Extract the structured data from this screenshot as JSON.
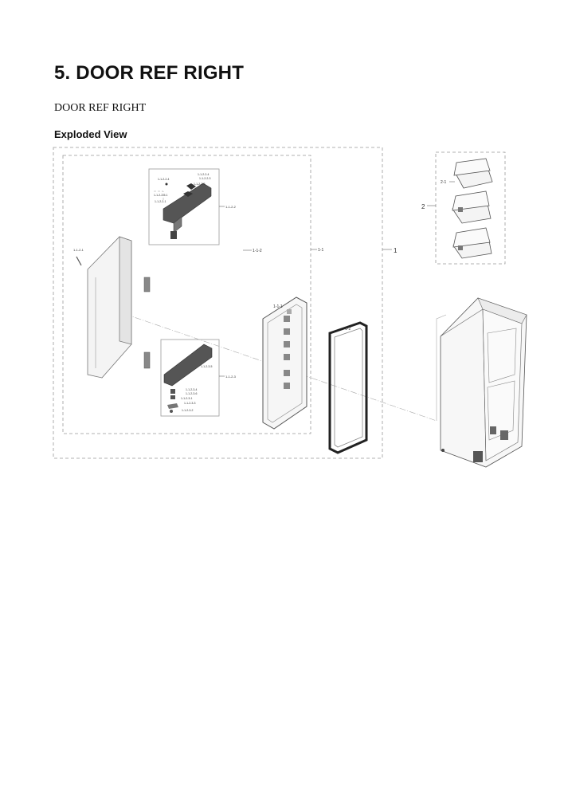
{
  "page": {
    "heading": "5.  DOOR REF RIGHT",
    "subtitle": "DOOR REF RIGHT",
    "view_title": "Exploded View"
  },
  "labels": {
    "assy_1": "1",
    "assy_2": "2",
    "assy_2_1": "2-1",
    "assy_1_1": "1-1",
    "assy_1_2": "1-2",
    "assy_1_1_1": "1-1-1",
    "assy_1_1_2": "1-1-2",
    "assy_1_1_2_1": "1-1-2-1",
    "assy_1_1_2_2": "1-1-2-2",
    "assy_1_1_2_3": "1-1-2-3",
    "upper_1": "1-1-2-2-4",
    "upper_2": "1-1-2-2-4",
    "upper_3": "1-1-2-2-3",
    "upper_4": "1-1-2-2-2",
    "upper_5": "1-1-2-2-5-1",
    "upper_6": "1-1-2-2-1",
    "lower_1": "1-1-2-3-5",
    "lower_2": "1-1-2-3-4",
    "lower_3": "1-1-2-3-6",
    "lower_4": "1-1-2-3-1",
    "lower_5": "1-1-2-3-3",
    "lower_6": "1-1-2-3-2"
  }
}
